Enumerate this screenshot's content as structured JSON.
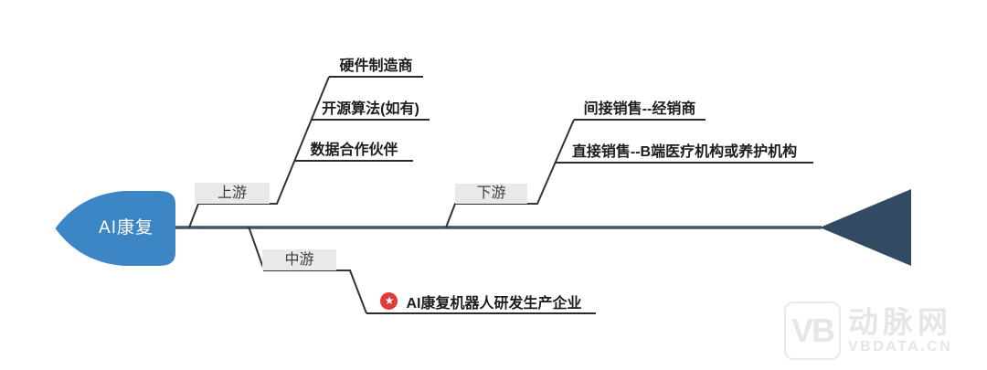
{
  "diagram": {
    "head_label": "AI康复",
    "branches": [
      {
        "label": "上游",
        "items": [
          "硬件制造商",
          "开源算法(如有)",
          "数据合作伙伴"
        ]
      },
      {
        "label": "中游",
        "items": [
          "AI康复机器人研发生产企业"
        ]
      },
      {
        "label": "下游",
        "items": [
          "间接销售--经销商",
          "直接销售--B端医疗机构或养护机构"
        ]
      }
    ],
    "colors": {
      "head_fill": "#3d86c6",
      "spine": "#42536b",
      "tail_fill": "#334a63",
      "branch_line": "#333333",
      "underline": "#2b2b2b",
      "label_bg": "#e9e9e9",
      "star_badge": "#e03b3b"
    }
  },
  "icons": {
    "star": "★"
  },
  "watermark": {
    "logo": "VB",
    "name": "动脉网",
    "site": "VBDATA.CN"
  }
}
